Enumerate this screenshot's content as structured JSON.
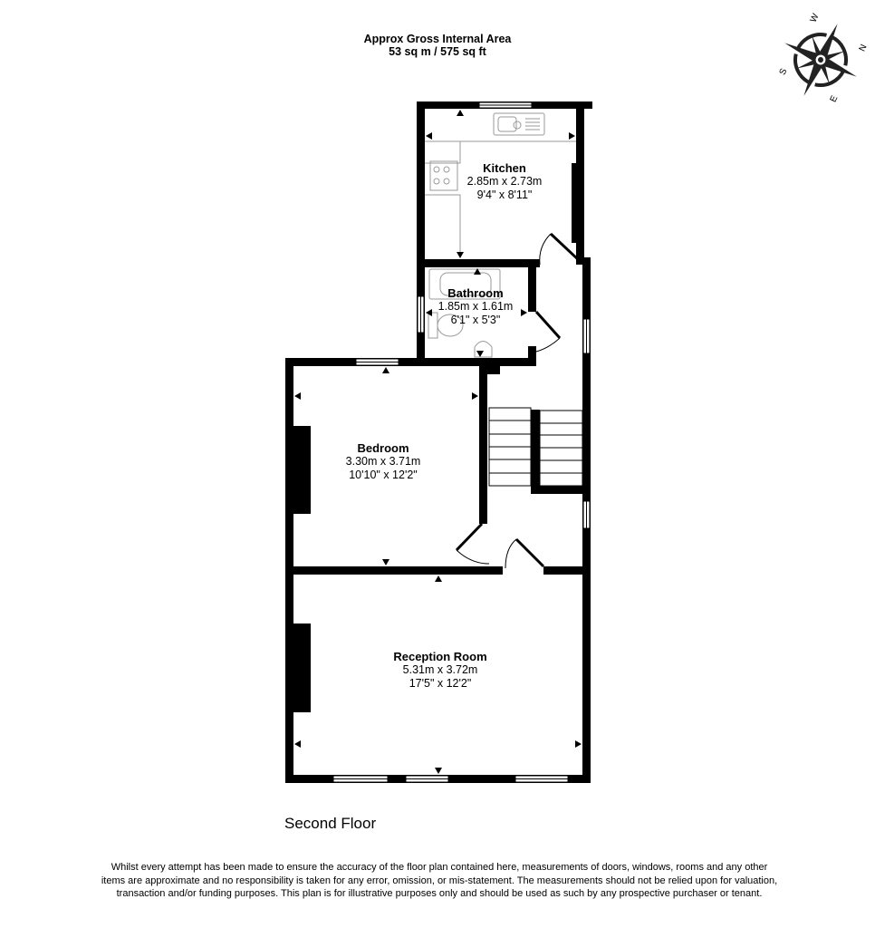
{
  "header": {
    "area_title": "Approx Gross Internal Area",
    "area_value": "53 sq m / 575 sq ft"
  },
  "compass": {
    "icon": "compass-rose-icon",
    "north": "N",
    "south": "S",
    "east": "E",
    "west": "W"
  },
  "rooms": [
    {
      "name": "Kitchen",
      "metric": "2.85m x 2.73m",
      "imperial": "9'4\" x 8'11\""
    },
    {
      "name": "Bathroom",
      "metric": "1.85m x 1.61m",
      "imperial": "6'1\" x 5'3\""
    },
    {
      "name": "Bedroom",
      "metric": "3.30m x 3.71m",
      "imperial": "10'10\" x 12'2\""
    },
    {
      "name": "Reception Room",
      "metric": "5.31m x 3.72m",
      "imperial": "17'5\" x 12'2\""
    }
  ],
  "floor_name": "Second Floor",
  "disclaimer": "Whilst every attempt has been made to ensure the accuracy of the floor plan contained here, measurements of doors, windows, rooms and any other items are approximate and no responsibility is taken for any error, omission, or mis-statement. The measurements should not be relied upon for valuation, transaction and/or funding purposes. This plan is for illustrative purposes only and should be used as such by any prospective purchaser or tenant.",
  "colors": {
    "wall": "#000000",
    "fixture": "#9a9a9a",
    "background": "#ffffff"
  }
}
